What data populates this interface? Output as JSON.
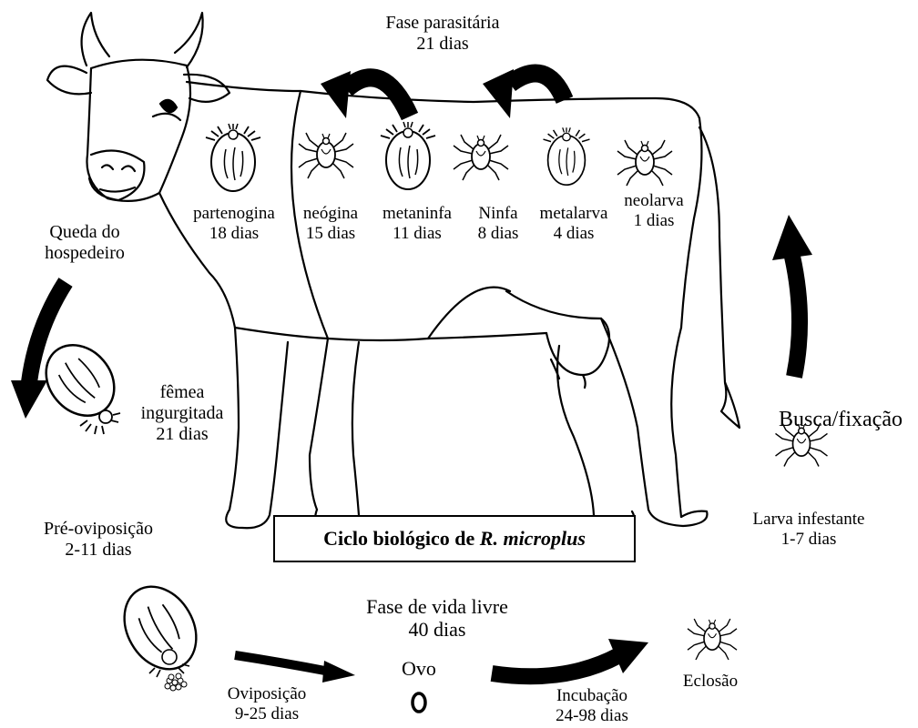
{
  "title": {
    "prefix": "Ciclo biológico de",
    "species": "R. microplus"
  },
  "parasitic_phase": {
    "line1": "Fase parasitária",
    "line2": "21 dias"
  },
  "free_life_phase": {
    "line1": "Fase de vida livre",
    "line2": "40 dias"
  },
  "stages": {
    "partenogina": {
      "name": "partenogina",
      "duration": "18 dias"
    },
    "neogina": {
      "name": "neógina",
      "duration": "15 dias"
    },
    "metaninfa": {
      "name": "metaninfa",
      "duration": "11 dias"
    },
    "ninfa": {
      "name": "Ninfa",
      "duration": "8 dias"
    },
    "metalarva": {
      "name": "metalarva",
      "duration": "4 dias"
    },
    "neolarva": {
      "name": "neolarva",
      "duration": "1 dias"
    }
  },
  "queda": {
    "line1": "Queda do",
    "line2": "hospedeiro"
  },
  "femea": {
    "line1": "fêmea",
    "line2": "ingurgitada",
    "line3": "21 dias"
  },
  "pre_oviposicao": {
    "line1": "Pré-oviposição",
    "line2": "2-11 dias"
  },
  "oviposicao": {
    "line1": "Oviposição",
    "line2": "9-25 dias"
  },
  "ovo": {
    "label": "Ovo"
  },
  "incubacao": {
    "line1": "Incubação",
    "line2": "24-98 dias"
  },
  "eclosao": {
    "label": "Eclosão"
  },
  "larva_infestante": {
    "line1": "Larva infestante",
    "line2": "1-7 dias"
  },
  "busca": {
    "label": "Busca/fixação"
  }
}
